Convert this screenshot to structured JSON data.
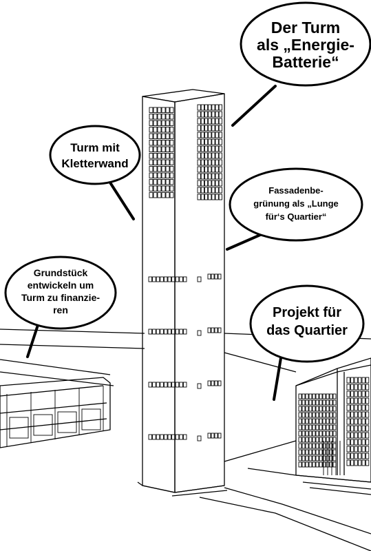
{
  "bubbles": {
    "energy_battery": [
      "Der Turm",
      "als „Energie-",
      "Batterie“"
    ],
    "climbing_wall": [
      "Turm mit",
      "Kletterwand"
    ],
    "facade_greening": [
      "Fassadenbe-",
      "grünung als „Lunge",
      "für‘s Quartier“"
    ],
    "plot_development": [
      "Grundstück",
      "entwickeln um",
      "Turm zu finanzie-",
      "ren"
    ],
    "neighborhood_project": [
      "Projekt für",
      "das Quartier"
    ]
  },
  "colors": {
    "ink": "#000000",
    "paper": "#ffffff"
  }
}
